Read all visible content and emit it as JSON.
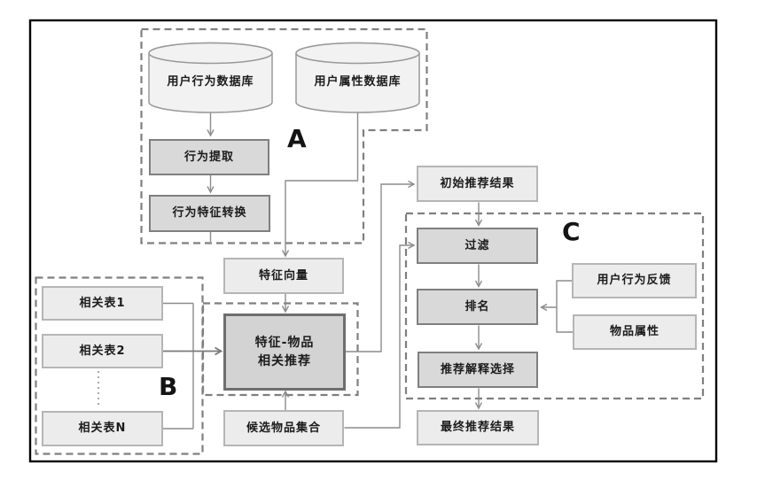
{
  "sections": {
    "a": "A",
    "b": "B",
    "c": "C"
  },
  "nodes": {
    "user_behavior_db": "用户行为数据库",
    "user_attribute_db": "用户属性数据库",
    "behavior_extraction": "行为提取",
    "behavior_feature_conversion": "行为特征转换",
    "feature_vector": "特征向量",
    "feature_item_recommend_line1": "特征-物品",
    "feature_item_recommend_line2": "相关推荐",
    "candidate_item_set": "候选物品集合",
    "related_table_1": "相关表1",
    "related_table_2": "相关表2",
    "related_table_n": "相关表N",
    "initial_recommend_result": "初始推荐结果",
    "filter": "过滤",
    "ranking": "排名",
    "recommend_explanation_selection": "推荐解释选择",
    "final_recommend_result": "最终推荐结果",
    "user_behavior_feedback": "用户行为反馈",
    "item_attribute": "物品属性"
  },
  "colors": {
    "frame_border": "#000000",
    "dashed_border": "#7f7f7f",
    "process_box_fill": "#d9d9d9",
    "process_box_border": "#7f7f7f",
    "data_box_fill": "#ececec",
    "data_box_border": "#b5b5b5",
    "core_box_fill": "#d3d3d3",
    "core_box_border": "#6e6e6e",
    "cylinder_fill": "#f2f2f2",
    "cylinder_border": "#999999",
    "connector": "#8c8c8c"
  }
}
